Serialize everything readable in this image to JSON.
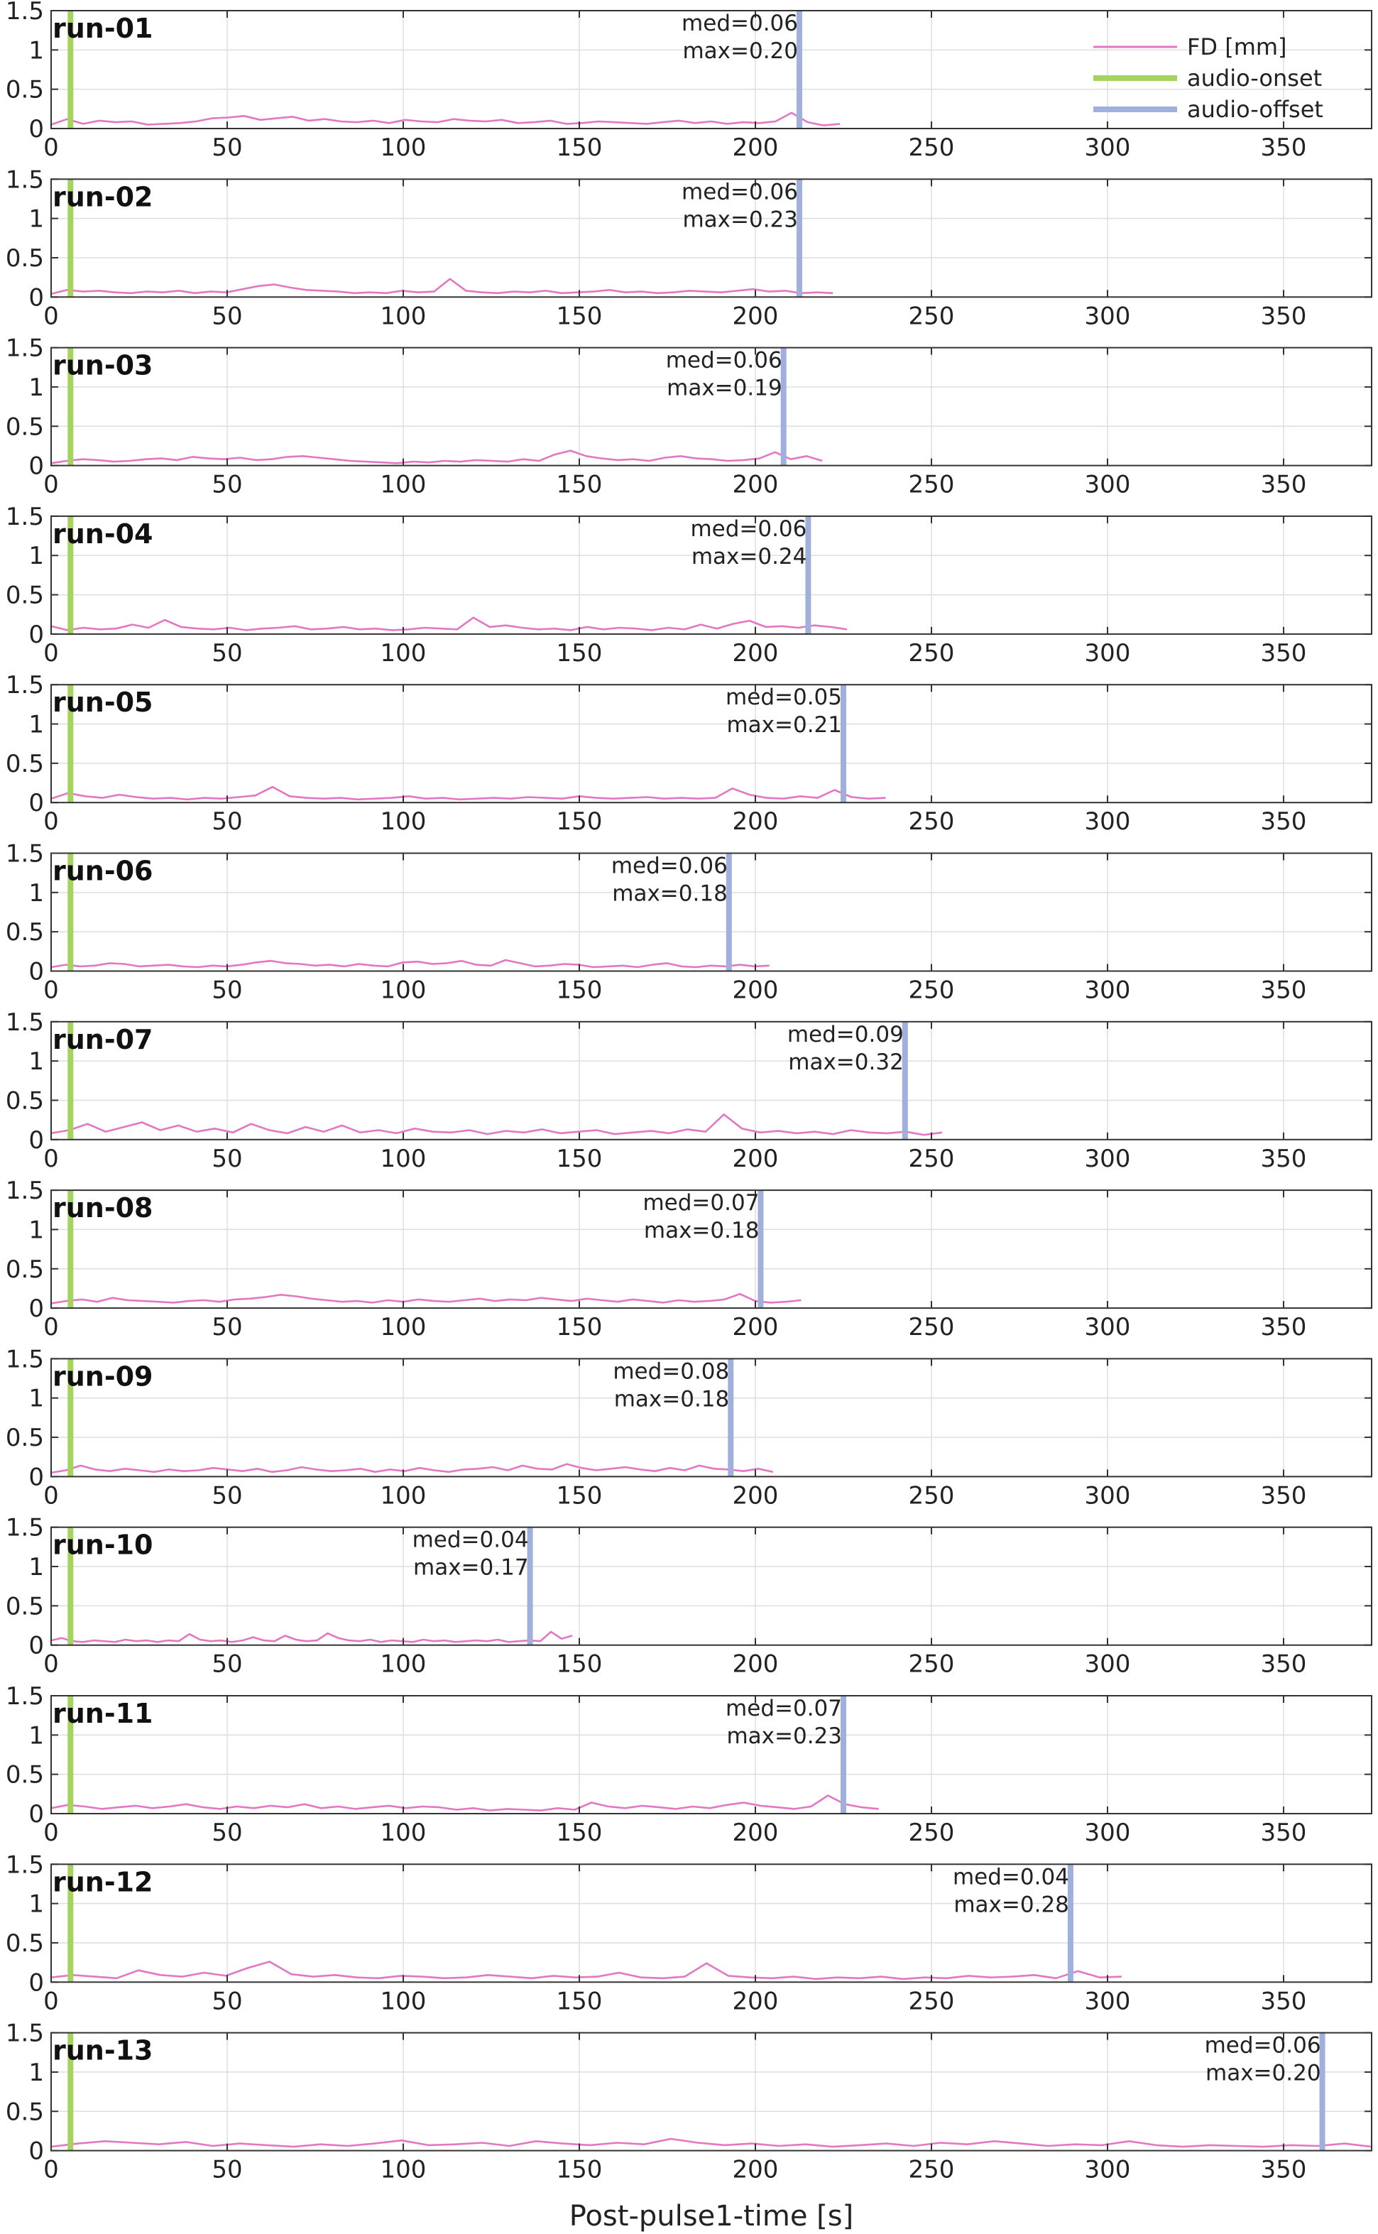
{
  "chart_data": {
    "type": "line",
    "xlabel": "Post-pulse1-time [s]",
    "ylabel": "",
    "xlim": [
      0,
      375
    ],
    "ylim": [
      0,
      1.5
    ],
    "xticks": [
      0,
      50,
      100,
      150,
      200,
      250,
      300,
      350
    ],
    "yticks": [
      0,
      0.5,
      1,
      1.5
    ],
    "ytick_labels": [
      "0",
      "0.5",
      "1",
      "1.5"
    ],
    "grid": true,
    "legend": {
      "placement": "top-right",
      "entries": [
        "FD [mm]",
        "audio-onset",
        "audio-offset"
      ]
    },
    "colors": {
      "fd": "#e377c2",
      "onset": "#a5d45e",
      "offset": "#9fb0dc"
    },
    "annotation_prefix": {
      "median": "med=",
      "max": "max="
    },
    "panels": [
      {
        "label": "run-01",
        "onset": 5.5,
        "offset": 212.5,
        "fd_end": 224,
        "median": "0.06",
        "max": "0.20",
        "fd": [
          0.05,
          0.12,
          0.06,
          0.1,
          0.08,
          0.09,
          0.05,
          0.06,
          0.07,
          0.09,
          0.13,
          0.14,
          0.16,
          0.11,
          0.13,
          0.15,
          0.1,
          0.12,
          0.09,
          0.08,
          0.1,
          0.07,
          0.11,
          0.09,
          0.08,
          0.12,
          0.1,
          0.09,
          0.11,
          0.07,
          0.08,
          0.1,
          0.06,
          0.07,
          0.09,
          0.08,
          0.07,
          0.06,
          0.08,
          0.1,
          0.07,
          0.09,
          0.06,
          0.08,
          0.07,
          0.09,
          0.2,
          0.08,
          0.04,
          0.06
        ]
      },
      {
        "label": "run-02",
        "onset": 5.5,
        "offset": 212.5,
        "fd_end": 222,
        "median": "0.06",
        "max": "0.23",
        "fd": [
          0.04,
          0.09,
          0.07,
          0.08,
          0.06,
          0.05,
          0.07,
          0.06,
          0.08,
          0.05,
          0.07,
          0.06,
          0.1,
          0.14,
          0.16,
          0.12,
          0.09,
          0.08,
          0.07,
          0.05,
          0.06,
          0.05,
          0.08,
          0.06,
          0.07,
          0.23,
          0.08,
          0.06,
          0.05,
          0.07,
          0.06,
          0.08,
          0.05,
          0.06,
          0.07,
          0.09,
          0.06,
          0.07,
          0.05,
          0.06,
          0.08,
          0.07,
          0.06,
          0.08,
          0.1,
          0.07,
          0.08,
          0.05,
          0.06,
          0.05
        ]
      },
      {
        "label": "run-03",
        "onset": 5.5,
        "offset": 208,
        "fd_end": 219,
        "median": "0.06",
        "max": "0.19",
        "fd": [
          0.03,
          0.06,
          0.08,
          0.07,
          0.05,
          0.06,
          0.08,
          0.09,
          0.07,
          0.11,
          0.09,
          0.08,
          0.1,
          0.07,
          0.08,
          0.11,
          0.12,
          0.1,
          0.08,
          0.06,
          0.05,
          0.04,
          0.03,
          0.05,
          0.04,
          0.06,
          0.05,
          0.07,
          0.06,
          0.05,
          0.08,
          0.06,
          0.14,
          0.19,
          0.12,
          0.09,
          0.07,
          0.08,
          0.06,
          0.1,
          0.12,
          0.09,
          0.08,
          0.06,
          0.07,
          0.09,
          0.17,
          0.08,
          0.12,
          0.06
        ]
      },
      {
        "label": "run-04",
        "onset": 5.5,
        "offset": 215,
        "fd_end": 226,
        "median": "0.06",
        "max": "0.24",
        "fd": [
          0.1,
          0.05,
          0.08,
          0.06,
          0.07,
          0.12,
          0.08,
          0.18,
          0.09,
          0.07,
          0.06,
          0.08,
          0.05,
          0.07,
          0.08,
          0.1,
          0.06,
          0.07,
          0.09,
          0.06,
          0.07,
          0.05,
          0.06,
          0.08,
          0.07,
          0.06,
          0.21,
          0.09,
          0.11,
          0.08,
          0.06,
          0.07,
          0.05,
          0.09,
          0.06,
          0.08,
          0.07,
          0.05,
          0.08,
          0.06,
          0.12,
          0.07,
          0.13,
          0.17,
          0.09,
          0.1,
          0.08,
          0.11,
          0.09,
          0.06
        ]
      },
      {
        "label": "run-05",
        "onset": 5.5,
        "offset": 225,
        "fd_end": 237,
        "median": "0.05",
        "max": "0.21",
        "fd": [
          0.05,
          0.12,
          0.08,
          0.06,
          0.1,
          0.07,
          0.05,
          0.06,
          0.04,
          0.06,
          0.05,
          0.07,
          0.09,
          0.2,
          0.08,
          0.06,
          0.05,
          0.06,
          0.04,
          0.05,
          0.06,
          0.08,
          0.05,
          0.06,
          0.04,
          0.05,
          0.06,
          0.05,
          0.07,
          0.06,
          0.05,
          0.08,
          0.06,
          0.05,
          0.06,
          0.07,
          0.05,
          0.06,
          0.05,
          0.06,
          0.18,
          0.1,
          0.06,
          0.05,
          0.08,
          0.06,
          0.16,
          0.07,
          0.05,
          0.06
        ]
      },
      {
        "label": "run-06",
        "onset": 5.5,
        "offset": 192.5,
        "fd_end": 204,
        "median": "0.06",
        "max": "0.18",
        "fd": [
          0.05,
          0.08,
          0.06,
          0.07,
          0.1,
          0.09,
          0.06,
          0.07,
          0.08,
          0.06,
          0.05,
          0.07,
          0.06,
          0.08,
          0.11,
          0.13,
          0.1,
          0.09,
          0.07,
          0.08,
          0.06,
          0.09,
          0.07,
          0.06,
          0.11,
          0.12,
          0.09,
          0.1,
          0.13,
          0.08,
          0.07,
          0.14,
          0.1,
          0.06,
          0.07,
          0.09,
          0.08,
          0.05,
          0.06,
          0.07,
          0.05,
          0.08,
          0.1,
          0.06,
          0.05,
          0.07,
          0.06,
          0.08,
          0.06,
          0.07
        ]
      },
      {
        "label": "run-07",
        "onset": 5.5,
        "offset": 242.5,
        "fd_end": 253,
        "median": "0.09",
        "max": "0.32",
        "fd": [
          0.08,
          0.12,
          0.2,
          0.1,
          0.16,
          0.22,
          0.12,
          0.18,
          0.1,
          0.14,
          0.09,
          0.2,
          0.12,
          0.08,
          0.16,
          0.1,
          0.18,
          0.09,
          0.12,
          0.08,
          0.14,
          0.1,
          0.09,
          0.12,
          0.07,
          0.11,
          0.09,
          0.13,
          0.08,
          0.1,
          0.12,
          0.07,
          0.09,
          0.11,
          0.08,
          0.13,
          0.1,
          0.32,
          0.14,
          0.09,
          0.11,
          0.08,
          0.1,
          0.07,
          0.12,
          0.09,
          0.08,
          0.1,
          0.06,
          0.09
        ]
      },
      {
        "label": "run-08",
        "onset": 5.5,
        "offset": 201.5,
        "fd_end": 213,
        "median": "0.07",
        "max": "0.18",
        "fd": [
          0.06,
          0.09,
          0.11,
          0.08,
          0.13,
          0.1,
          0.09,
          0.08,
          0.07,
          0.09,
          0.1,
          0.08,
          0.11,
          0.12,
          0.14,
          0.17,
          0.15,
          0.12,
          0.1,
          0.08,
          0.09,
          0.07,
          0.1,
          0.08,
          0.11,
          0.09,
          0.08,
          0.1,
          0.12,
          0.09,
          0.11,
          0.1,
          0.13,
          0.11,
          0.09,
          0.12,
          0.1,
          0.08,
          0.11,
          0.09,
          0.07,
          0.1,
          0.08,
          0.09,
          0.11,
          0.18,
          0.09,
          0.07,
          0.08,
          0.1
        ]
      },
      {
        "label": "run-09",
        "onset": 5.5,
        "offset": 193,
        "fd_end": 205,
        "median": "0.08",
        "max": "0.18",
        "fd": [
          0.05,
          0.08,
          0.14,
          0.09,
          0.07,
          0.1,
          0.08,
          0.06,
          0.09,
          0.07,
          0.08,
          0.11,
          0.09,
          0.07,
          0.1,
          0.06,
          0.08,
          0.12,
          0.09,
          0.07,
          0.08,
          0.1,
          0.06,
          0.09,
          0.07,
          0.11,
          0.08,
          0.06,
          0.09,
          0.1,
          0.12,
          0.08,
          0.14,
          0.1,
          0.09,
          0.16,
          0.11,
          0.08,
          0.1,
          0.12,
          0.09,
          0.07,
          0.11,
          0.08,
          0.14,
          0.1,
          0.09,
          0.07,
          0.1,
          0.06
        ]
      },
      {
        "label": "run-10",
        "onset": 5.5,
        "offset": 136,
        "fd_end": 148,
        "median": "0.04",
        "max": "0.17",
        "fd": [
          0.06,
          0.09,
          0.05,
          0.04,
          0.06,
          0.05,
          0.04,
          0.07,
          0.05,
          0.06,
          0.04,
          0.06,
          0.05,
          0.14,
          0.07,
          0.05,
          0.06,
          0.04,
          0.06,
          0.1,
          0.06,
          0.05,
          0.12,
          0.07,
          0.05,
          0.06,
          0.15,
          0.09,
          0.06,
          0.05,
          0.07,
          0.04,
          0.06,
          0.05,
          0.04,
          0.07,
          0.05,
          0.06,
          0.04,
          0.05,
          0.06,
          0.05,
          0.07,
          0.04,
          0.05,
          0.06,
          0.05,
          0.17,
          0.08,
          0.12
        ]
      },
      {
        "label": "run-11",
        "onset": 5.5,
        "offset": 225,
        "fd_end": 235,
        "median": "0.07",
        "max": "0.23",
        "fd": [
          0.07,
          0.11,
          0.09,
          0.06,
          0.08,
          0.1,
          0.07,
          0.09,
          0.12,
          0.08,
          0.06,
          0.09,
          0.07,
          0.1,
          0.08,
          0.12,
          0.07,
          0.09,
          0.06,
          0.08,
          0.1,
          0.07,
          0.09,
          0.08,
          0.05,
          0.07,
          0.04,
          0.06,
          0.05,
          0.04,
          0.07,
          0.05,
          0.14,
          0.09,
          0.07,
          0.1,
          0.08,
          0.06,
          0.09,
          0.07,
          0.11,
          0.14,
          0.1,
          0.08,
          0.06,
          0.09,
          0.23,
          0.12,
          0.08,
          0.06
        ]
      },
      {
        "label": "run-12",
        "onset": 5.5,
        "offset": 289.5,
        "fd_end": 304,
        "median": "0.04",
        "max": "0.28",
        "fd": [
          0.06,
          0.09,
          0.07,
          0.05,
          0.15,
          0.09,
          0.07,
          0.12,
          0.08,
          0.18,
          0.26,
          0.1,
          0.07,
          0.09,
          0.06,
          0.05,
          0.08,
          0.07,
          0.05,
          0.06,
          0.09,
          0.07,
          0.05,
          0.08,
          0.06,
          0.07,
          0.12,
          0.06,
          0.05,
          0.07,
          0.24,
          0.08,
          0.06,
          0.05,
          0.07,
          0.04,
          0.06,
          0.05,
          0.07,
          0.04,
          0.06,
          0.05,
          0.08,
          0.06,
          0.07,
          0.09,
          0.05,
          0.14,
          0.06,
          0.07
        ]
      },
      {
        "label": "run-13",
        "onset": 5.5,
        "offset": 361,
        "fd_end": 375,
        "median": "0.06",
        "max": "0.20",
        "fd": [
          0.05,
          0.09,
          0.12,
          0.1,
          0.08,
          0.11,
          0.06,
          0.09,
          0.07,
          0.05,
          0.08,
          0.06,
          0.09,
          0.13,
          0.07,
          0.08,
          0.1,
          0.06,
          0.12,
          0.09,
          0.07,
          0.1,
          0.08,
          0.15,
          0.1,
          0.07,
          0.09,
          0.06,
          0.08,
          0.05,
          0.07,
          0.09,
          0.06,
          0.1,
          0.08,
          0.12,
          0.09,
          0.06,
          0.08,
          0.07,
          0.12,
          0.07,
          0.05,
          0.07,
          0.06,
          0.05,
          0.07,
          0.06,
          0.09,
          0.05
        ]
      }
    ]
  }
}
